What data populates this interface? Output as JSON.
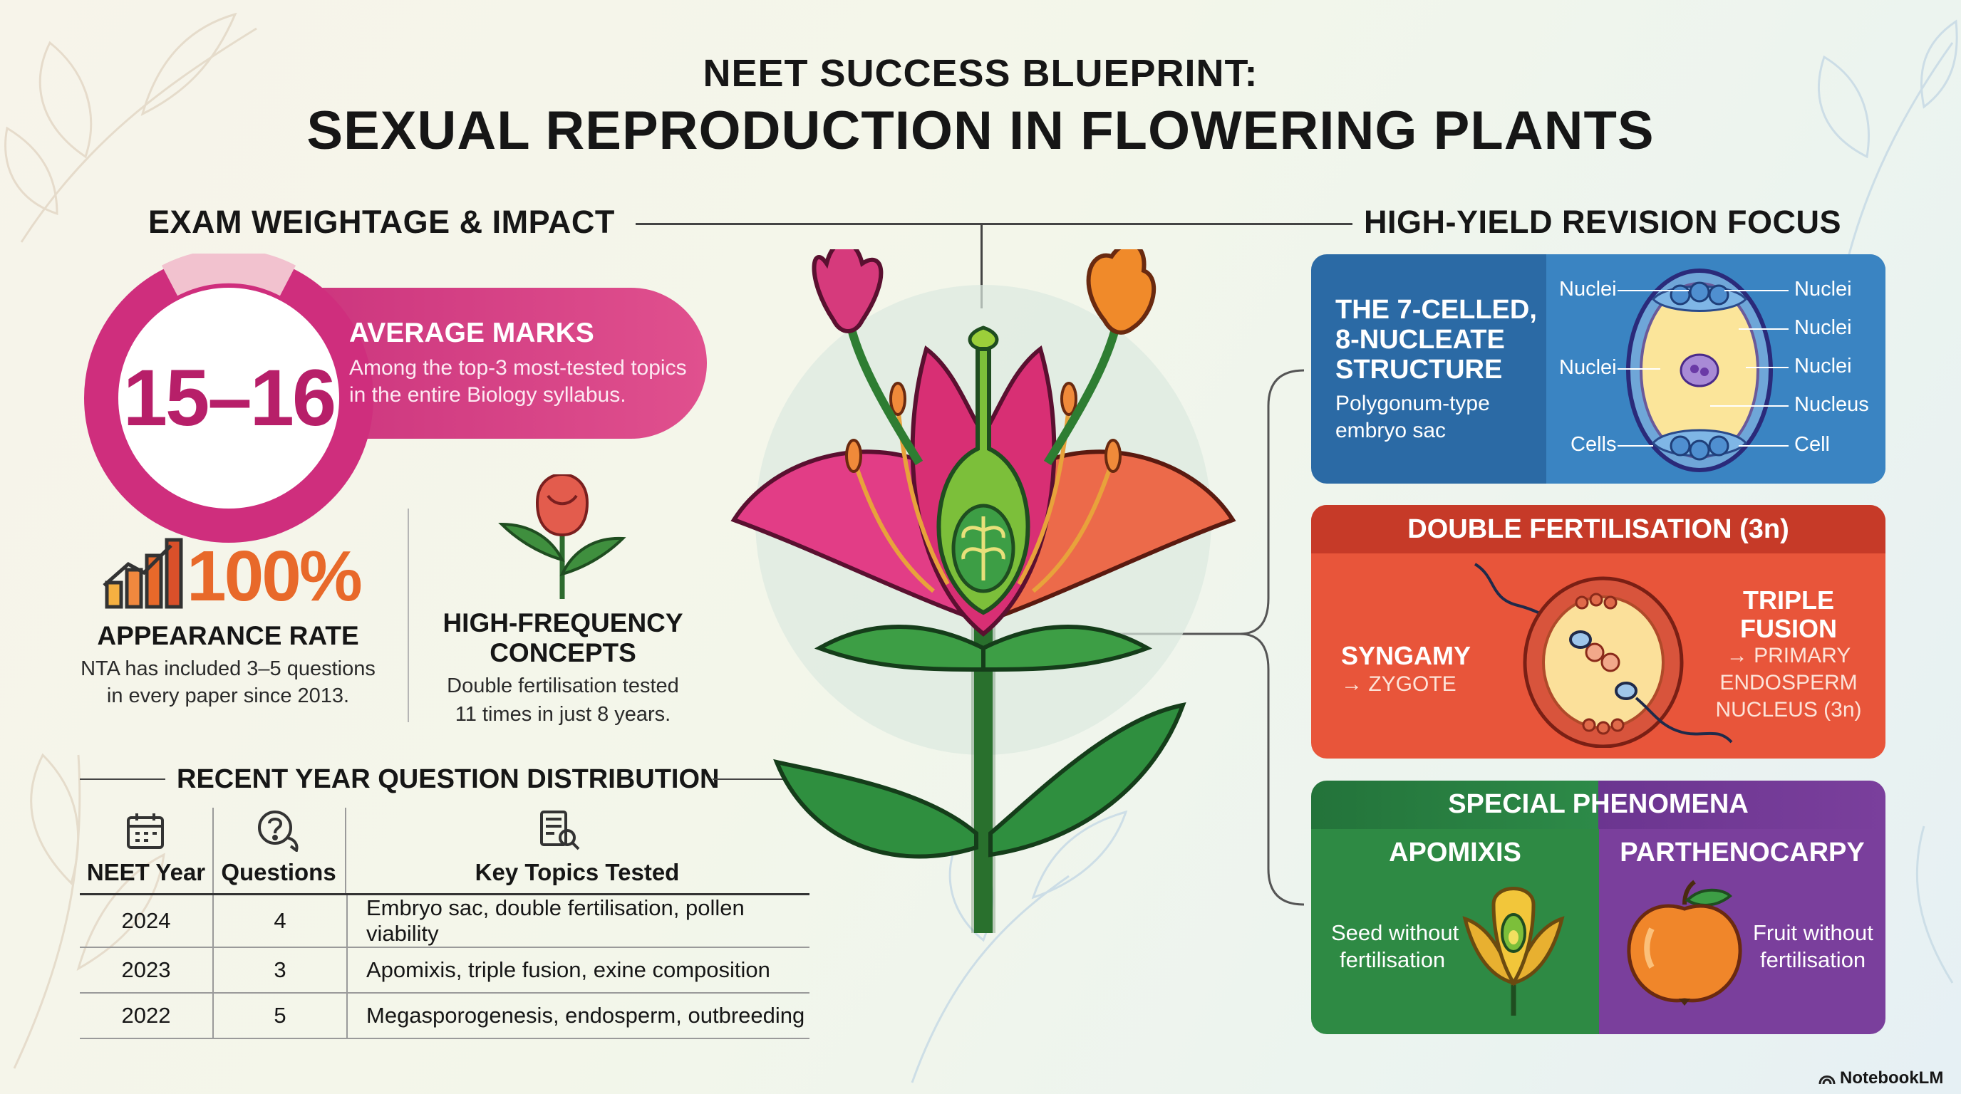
{
  "header": {
    "line1": "NEET SUCCESS BLUEPRINT:",
    "line2": "SEXUAL REPRODUCTION IN FLOWERING PLANTS"
  },
  "left": {
    "section_title": "EXAM WEIGHTAGE & IMPACT",
    "average": {
      "value": "15–16",
      "title": "AVERAGE MARKS",
      "text": "Among the top-3 most-tested topics in the entire Biology syllabus."
    },
    "appearance": {
      "value": "100%",
      "title": "APPEARANCE RATE",
      "text_line1": "NTA has included 3–5 questions",
      "text_line2": "in every paper since 2013."
    },
    "frequency": {
      "title_line1": "HIGH-FREQUENCY",
      "title_line2": "CONCEPTS",
      "text_line1": "Double fertilisation tested",
      "text_line2": "11 times in just 8 years."
    },
    "distribution": {
      "title": "RECENT YEAR QUESTION DISTRIBUTION",
      "headers": [
        "NEET Year",
        "Questions",
        "Key Topics Tested"
      ],
      "rows": [
        [
          "2024",
          "4",
          "Embryo sac, double fertilisation, pollen viability"
        ],
        [
          "2023",
          "3",
          "Apomixis, triple fusion, exine composition"
        ],
        [
          "2022",
          "5",
          "Megasporogenesis, endosperm, outbreeding"
        ]
      ]
    }
  },
  "right": {
    "section_title": "HIGH-YIELD REVISION FOCUS",
    "embryo": {
      "title_line1": "THE 7-CELLED,",
      "title_line2": "8-NUCLEATE",
      "title_line3": "STRUCTURE",
      "sub_line1": "Polygonum-type",
      "sub_line2": "embryo sac",
      "labels_left": [
        "Nuclei",
        "Nuclei",
        "Cells"
      ],
      "labels_right": [
        "Nuclei",
        "Nuclei",
        "Nuclei",
        "Nucleus",
        "Cell"
      ]
    },
    "double": {
      "title": "DOUBLE FERTILISATION (3n)",
      "left_title": "SYNGAMY",
      "left_sub": "→ ZYGOTE",
      "right_title_line1": "TRIPLE",
      "right_title_line2": "FUSION",
      "right_sub_line1": "→ PRIMARY",
      "right_sub_line2": "ENDOSPERM",
      "right_sub_line3": "NUCLEUS (3n)"
    },
    "special": {
      "title": "SPECIAL PHENOMENA",
      "left_title": "APOMIXIS",
      "left_text_line1": "Seed without",
      "left_text_line2": "fertilisation",
      "right_title": "PARTHENOCARPY",
      "right_text_line1": "Fruit without",
      "right_text_line2": "fertilisation"
    }
  },
  "footer": {
    "brand": "NotebookLM"
  },
  "colors": {
    "magenta": "#cf2e7d",
    "orange": "#e8692a",
    "blue": "#2c6aa6",
    "red": "#e8553a",
    "green": "#2e8a44",
    "purple": "#7a3f9c"
  }
}
